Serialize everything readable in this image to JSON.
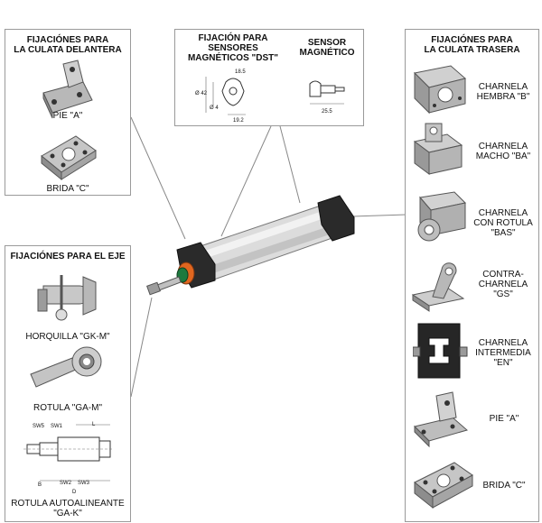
{
  "panels": {
    "front": {
      "title": "FIJACIÓNES PARA\nLA CULATA DELANTERA",
      "items": [
        "PIE \"A\"",
        "BRIDA \"C\""
      ]
    },
    "sensor": {
      "title_left": "FIJACIÓN PARA\nSENSORES\nMAGNÉTICOS \"DST\"",
      "title_right": "SENSOR\nMAGNÉTICO",
      "dims_left": [
        "18.5",
        "Ø 42",
        "Ø 4",
        "19.2"
      ],
      "dim_right": "25.5"
    },
    "rear": {
      "title": "FIJACIÓNES PARA\nLA CULATA TRASERA",
      "items": [
        "CHARNELA\nHEMBRA \"B\"",
        "CHARNELA\nMACHO \"BA\"",
        "CHARNELA\nCON ROTULA\n\"BAS\"",
        "CONTRA-\nCHARNELA\n\"GS\"",
        "CHARNELA\nINTERMEDIA\n\"EN\"",
        "PIE \"A\"",
        "BRIDA \"C\""
      ]
    },
    "rod": {
      "title": "FIJACIÓNES PARA EL EJE",
      "items": [
        "HORQUILLA \"GK-M\"",
        "ROTULA \"GA-M\"",
        "ROTULA AUTOALINEANTE\n\"GA-K\""
      ],
      "drawing_labels": [
        "SW5",
        "SW1",
        "L",
        "SW2",
        "SW3",
        "B",
        "D"
      ]
    }
  }
}
